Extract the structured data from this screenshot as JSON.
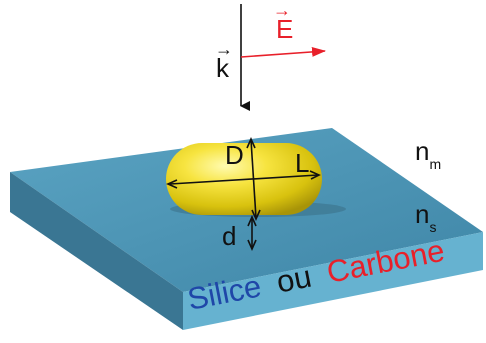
{
  "diagram": {
    "wave_vector": {
      "symbol": "k",
      "vector_arrow": "→"
    },
    "electric_field": {
      "symbol": "E",
      "vector_arrow": "→",
      "color": "#e8202a"
    },
    "rod_length": "L",
    "rod_diameter": "D",
    "gap": "d",
    "medium_index": {
      "base": "n",
      "subscript": "m"
    },
    "substrate_index": {
      "base": "n",
      "subscript": "s"
    },
    "substrate_caption": {
      "word1": "Silice",
      "word2": "ou",
      "word3": "Carbone",
      "color1": "#1f47a8",
      "color2": "#111111",
      "color3": "#e8202a"
    },
    "colors": {
      "substrate_top": "#4b93b3",
      "substrate_front": "#66b2d0",
      "substrate_side": "#3a7693",
      "rod": "#ead41c"
    }
  }
}
